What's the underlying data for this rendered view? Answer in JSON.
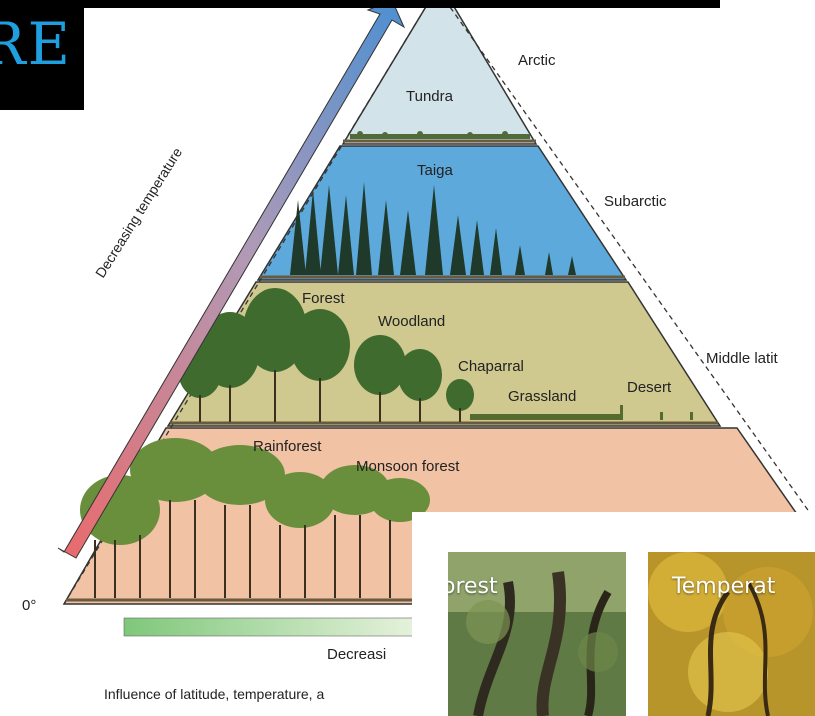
{
  "banner_text": "RE",
  "levels": {
    "arctic": "Arctic",
    "subarctic": "Subarctic",
    "middle": "Middle latit",
    "zero": "0°"
  },
  "biomes": {
    "tundra": "Tundra",
    "taiga": "Taiga",
    "forest": "Forest",
    "woodland": "Woodland",
    "chaparral": "Chaparral",
    "grassland": "Grassland",
    "desert": "Desert",
    "rainforest": "Rainforest",
    "monsoon": "Monsoon forest"
  },
  "arrow_label": "Decreasing temperature",
  "bottom_bar_label": "Decreasi",
  "caption": "Influence of latitude, temperature, a",
  "thumbnails": [
    {
      "label": "orest"
    },
    {
      "label": "Temperat"
    }
  ],
  "colors": {
    "tundra": "#d3e3ea",
    "taiga": "#5ea9dc",
    "temperate": "#cfc88f",
    "tropical": "#f2c2a4",
    "arrow_top": "#4b8fd2",
    "arrow_bottom": "#ea6a6a",
    "banner_text": "#1f9fe0"
  }
}
